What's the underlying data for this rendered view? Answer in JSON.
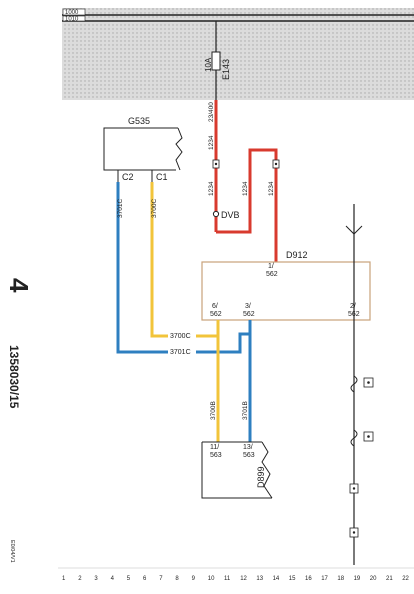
{
  "diagram": {
    "rails": {
      "top": "1000",
      "bottom": "1010"
    },
    "fuse": {
      "rating": "10A",
      "id": "E143",
      "wire_out": "23/400"
    },
    "g535": {
      "name": "G535",
      "pin_c2": "C2",
      "pin_c1": "C1"
    },
    "wires": {
      "w1234_a": "1234",
      "w1234_b": "1234",
      "w1234_c": "1234",
      "w1234_d": "1234",
      "w3701c_v": "3701C",
      "w3700c_v": "3700C",
      "w3700c_h": "3700C",
      "w3701c_h": "3701C",
      "w3700b": "3700B",
      "w3701b": "3701B"
    },
    "dvb": "DVB",
    "d912": {
      "name": "D912",
      "pin_1": "1/",
      "pin_1b": "562",
      "pin_6": "6/",
      "pin_6b": "562",
      "pin_3": "3/",
      "pin_3b": "562",
      "pin_2": "2/",
      "pin_2b": "562"
    },
    "d899": {
      "name": "D899",
      "pin_11": "11/",
      "pin_11b": "563",
      "pin_13": "13/",
      "pin_13b": "563"
    },
    "page": {
      "section": "4",
      "code": "1358030/15",
      "small": "E0/04/V1"
    },
    "grid": [
      "1",
      "2",
      "3",
      "4",
      "5",
      "6",
      "7",
      "8",
      "9",
      "10",
      "11",
      "12",
      "13",
      "14",
      "15",
      "16",
      "17",
      "18",
      "19",
      "20",
      "21",
      "22"
    ],
    "colors": {
      "red": "#d83a2e",
      "blue": "#2e7fc0",
      "yellow": "#f2c43a",
      "black": "#222222",
      "shade": "#d7d7d7",
      "box": "#c9a27a"
    }
  }
}
